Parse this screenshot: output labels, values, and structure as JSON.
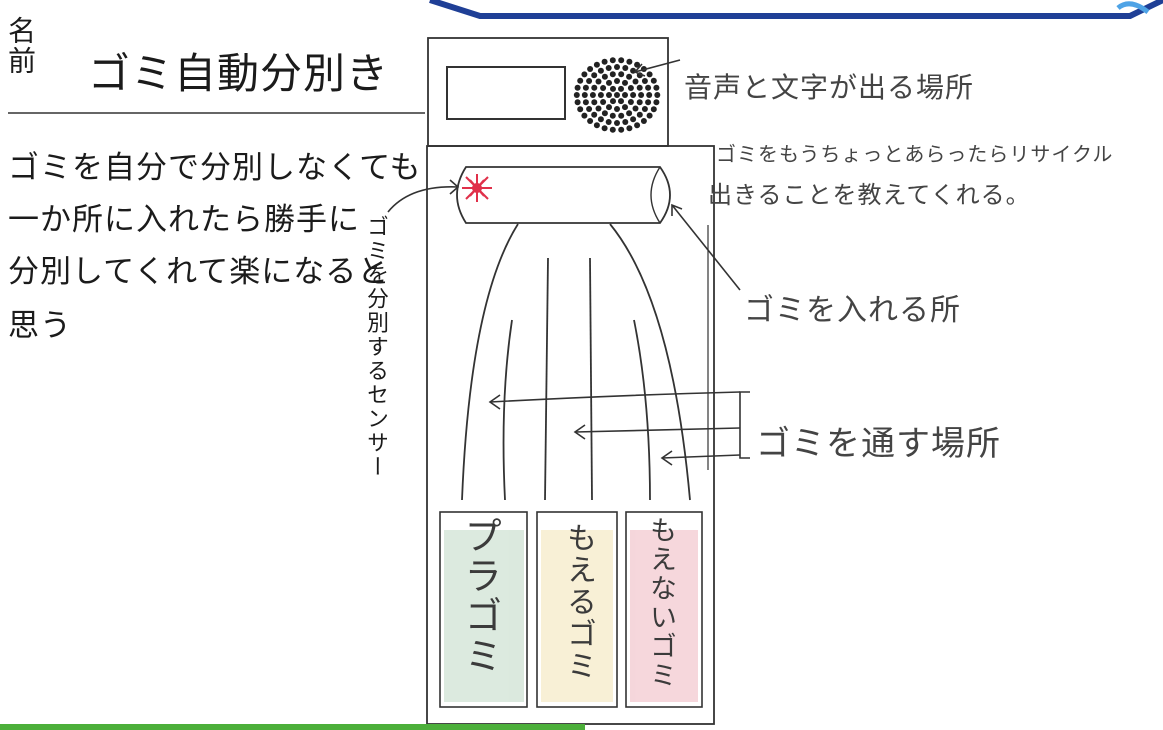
{
  "header": {
    "name_label": "名前",
    "title": "ゴミ自動分別き"
  },
  "reason": {
    "lines": [
      "ゴミを自分で分別しなくても",
      "一か所に入れたら勝手に",
      "分別してくれて楽になると",
      "思う"
    ]
  },
  "labels": {
    "speaker": "音声と文字が出る場所",
    "recycle_line1": "ゴミをもうちょっとあらったらリサイクル",
    "recycle_line2": "出きることを教えてくれる。",
    "inlet": "ゴミを入れる所",
    "chute": "ゴミを通す場所",
    "sensor": "ゴミを分別するセンサー"
  },
  "bins": [
    {
      "label": "プラゴミ",
      "color": "#5f9e6e"
    },
    {
      "label": "もえるゴミ",
      "color": "#e2c04a"
    },
    {
      "label": "もえないゴミ",
      "color": "#d44a5e"
    }
  ],
  "colors": {
    "sensor_mark": "#e0304a",
    "banner_blue": "#1f3f96",
    "bar_green": "#4caf3a"
  }
}
